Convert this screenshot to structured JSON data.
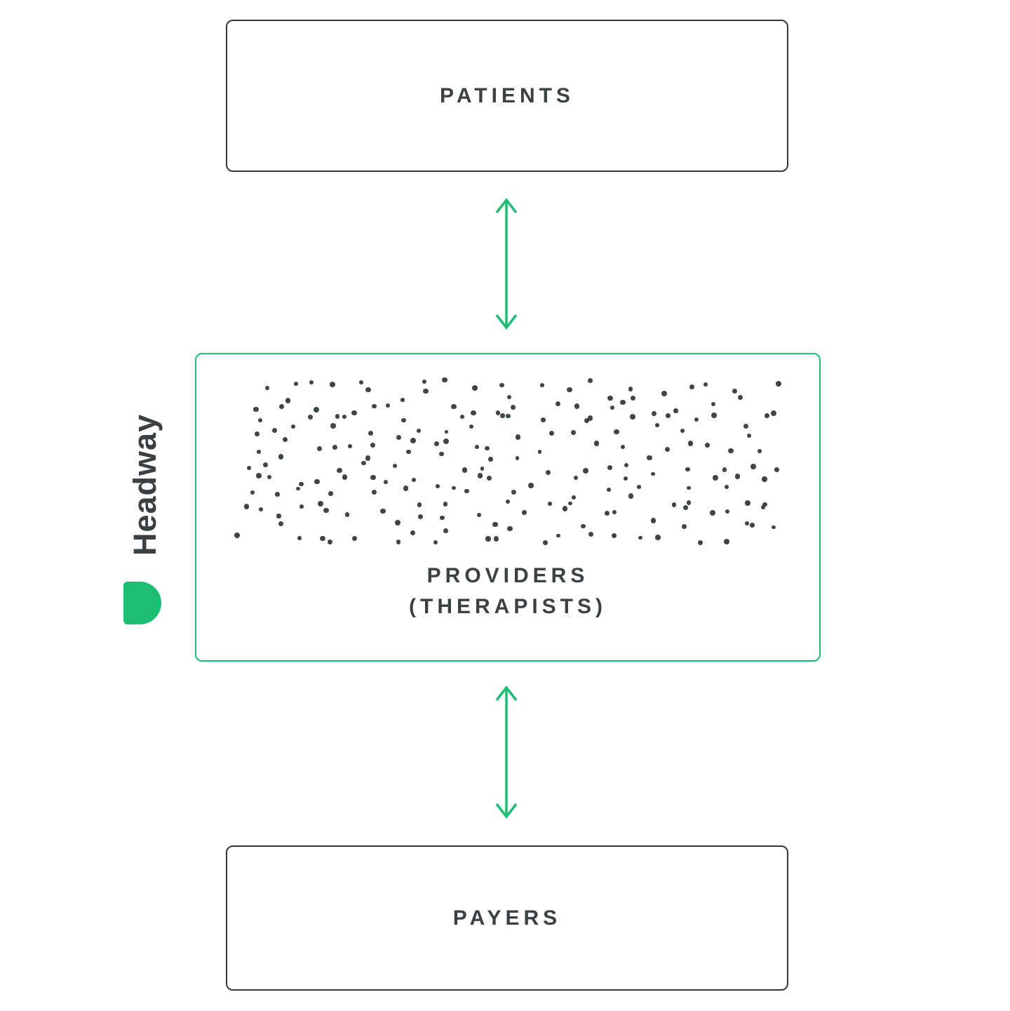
{
  "colors": {
    "green": "#1dbe73",
    "dark": "#3b4043",
    "dot": "#3f4447",
    "border_dark": "#33373a"
  },
  "brand": {
    "wordmark": "Headway",
    "logo_icon": "headway-green-blob-icon"
  },
  "boxes": {
    "patients": {
      "label": "PATIENTS"
    },
    "providers": {
      "label_line1": "PROVIDERS",
      "label_line2": "(THERAPISTS)"
    },
    "payers": {
      "label": "PAYERS"
    }
  },
  "arrows": [
    {
      "name": "patients-providers",
      "type": "double-headed-vertical"
    },
    {
      "name": "providers-payers",
      "type": "double-headed-vertical"
    }
  ],
  "dots": {
    "rows": 9,
    "cols": 26,
    "dropout": 0.12,
    "seed": 7,
    "min_size": 5.5,
    "max_size": 8
  }
}
